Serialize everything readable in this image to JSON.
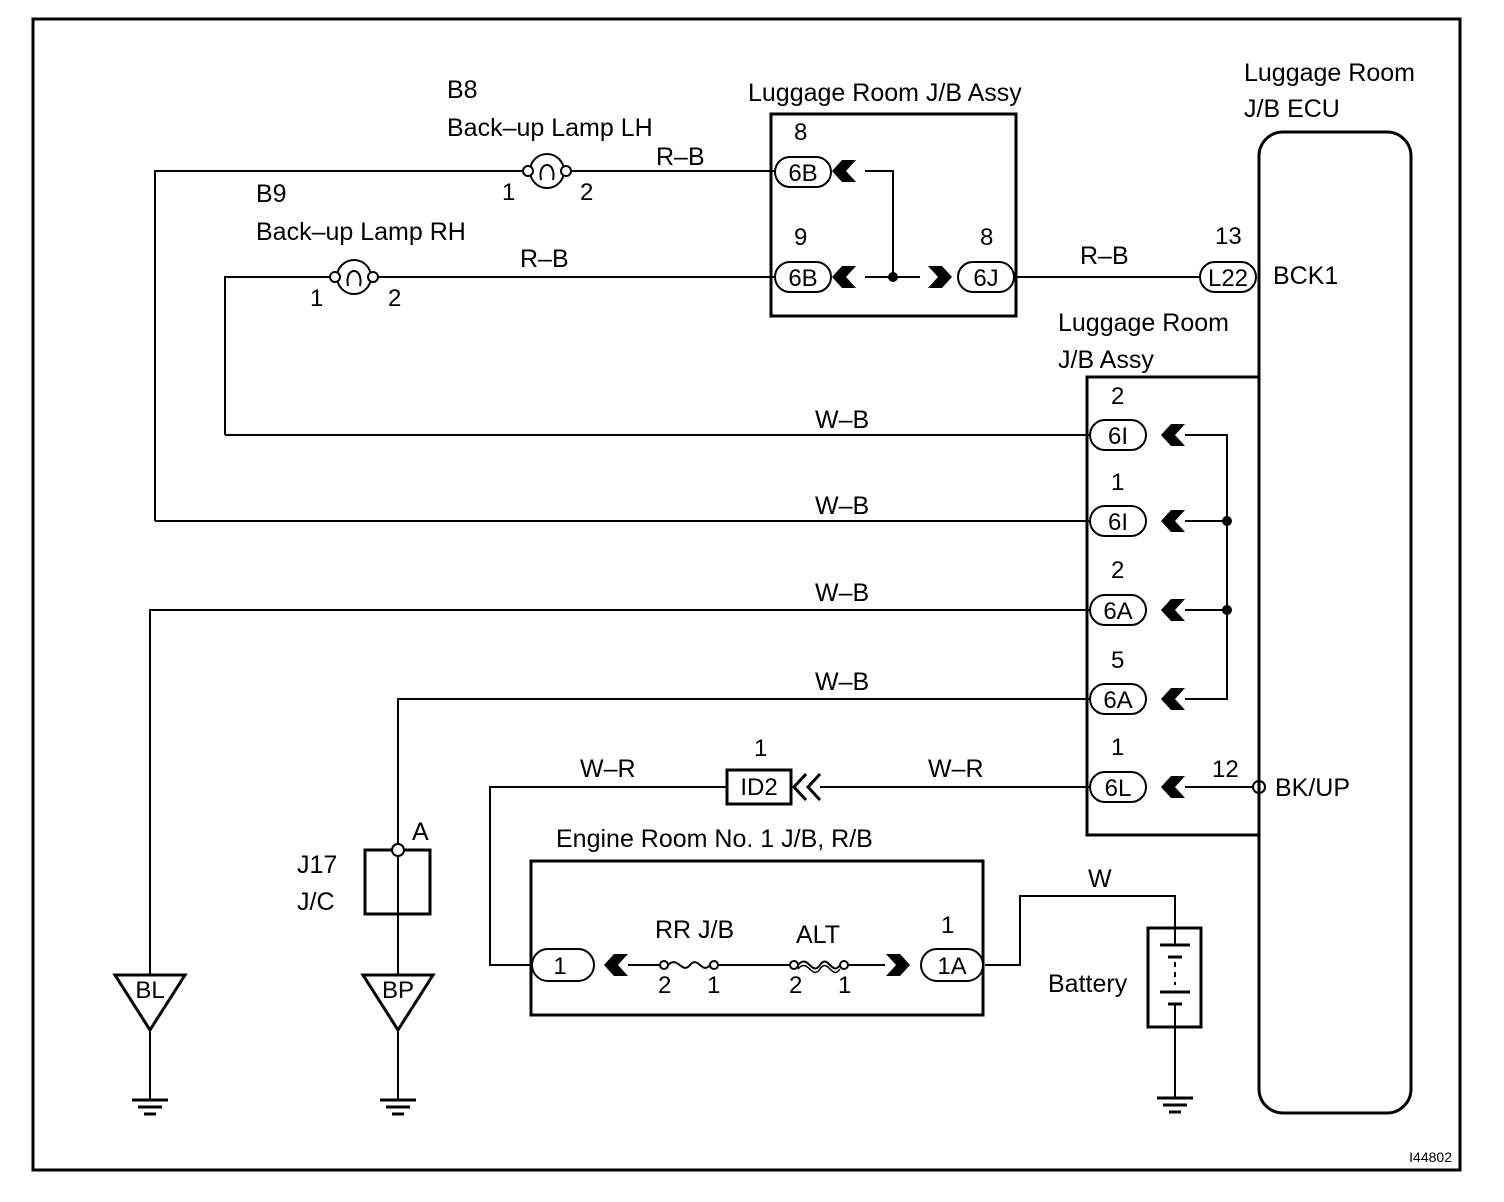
{
  "figure_id": "I44802",
  "components": {
    "b8": {
      "id": "B8",
      "name": "Back–up Lamp LH",
      "pin_left": "1",
      "pin_right": "2"
    },
    "b9": {
      "id": "B9",
      "name": "Back–up Lamp RH",
      "pin_left": "1",
      "pin_right": "2"
    },
    "jb_top": {
      "title": "Luggage Room J/B Assy",
      "conn_6b_upper": {
        "pin": "8",
        "code": "6B"
      },
      "conn_6b_lower": {
        "pin": "9",
        "code": "6B"
      },
      "conn_6j": {
        "pin": "8",
        "code": "6J"
      }
    },
    "ecu": {
      "title_line1": "Luggage Room",
      "title_line2": "J/B ECU",
      "l22": {
        "pin": "13",
        "code": "L22",
        "terminal": "BCK1"
      },
      "bkup": {
        "pin": "12",
        "terminal": "BK/UP"
      }
    },
    "jb_right": {
      "title_line1": "Luggage Room",
      "title_line2": "J/B Assy",
      "connectors": [
        {
          "pin": "2",
          "code": "6I"
        },
        {
          "pin": "1",
          "code": "6I"
        },
        {
          "pin": "2",
          "code": "6A"
        },
        {
          "pin": "5",
          "code": "6A"
        },
        {
          "pin": "1",
          "code": "6L"
        }
      ]
    },
    "id2": {
      "pin": "1",
      "code": "ID2"
    },
    "j17": {
      "id": "J17",
      "name": "J/C",
      "pin": "A"
    },
    "engine_jb": {
      "title": "Engine Room No. 1 J/B, R/B",
      "conn_left": "1",
      "conn_right": {
        "pin": "1",
        "code": "1A"
      },
      "fuse_rr": {
        "name": "RR J/B",
        "pin_left": "2",
        "pin_right": "1"
      },
      "fuse_alt": {
        "name": "ALT",
        "pin_left": "2",
        "pin_right": "1"
      }
    },
    "battery": {
      "name": "Battery"
    },
    "grounds": {
      "bl": "BL",
      "bp": "BP"
    }
  },
  "wires": {
    "rb_lh": "R–B",
    "rb_rh": "R–B",
    "rb_ecu": "R–B",
    "wb_1": "W–B",
    "wb_2": "W–B",
    "wb_3": "W–B",
    "wb_4": "W–B",
    "wr_left": "W–R",
    "wr_right": "W–R",
    "w_batt": "W"
  }
}
